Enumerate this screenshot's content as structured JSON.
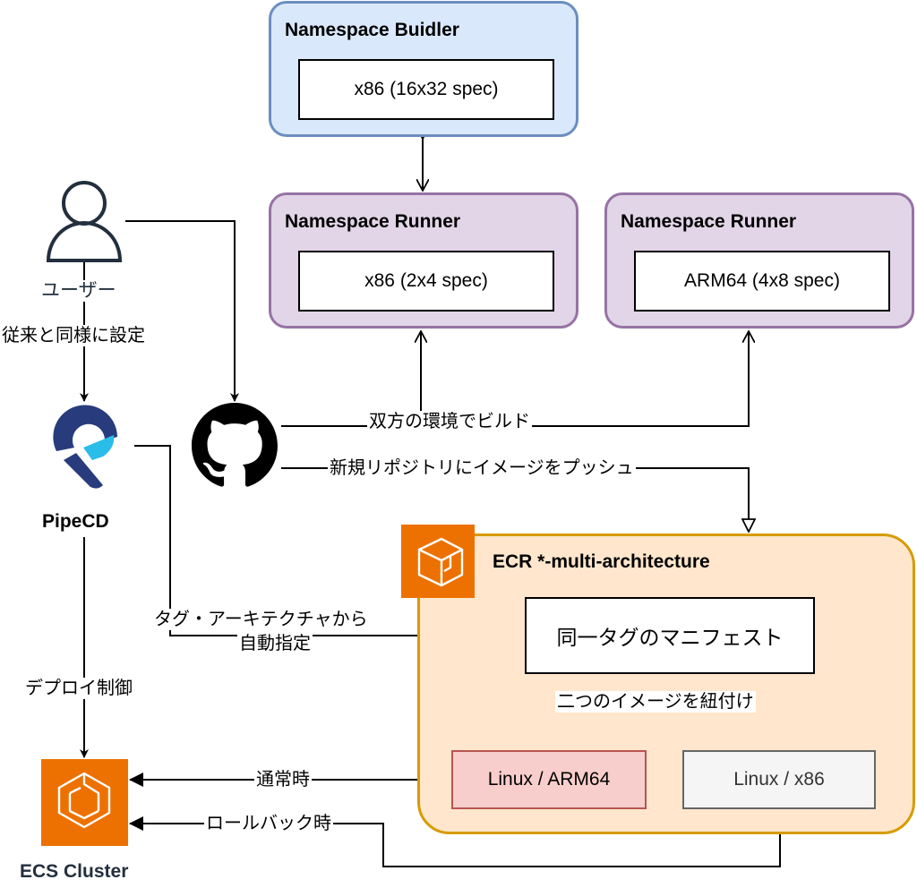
{
  "builder": {
    "title": "Namespace Buidler",
    "spec": "x86 (16x32 spec)",
    "fill": "#dae8fc",
    "stroke": "#6c8ebf"
  },
  "runners": [
    {
      "title": "Namespace Runner",
      "spec": "x86 (2x4 spec)"
    },
    {
      "title": "Namespace Runner",
      "spec": "ARM64 (4x8 spec)"
    }
  ],
  "runner_colors": {
    "fill": "#e1d5e7",
    "stroke": "#9673a6"
  },
  "user": {
    "label": "ユーザー",
    "color": "#232f3e"
  },
  "pipecd": {
    "label": "PipeCD",
    "colors": {
      "dark": "#283b7c",
      "light": "#2bbde9"
    }
  },
  "github": {
    "icon": "github-icon"
  },
  "ecr": {
    "title": "ECR *-multi-architecture",
    "manifest": "同一タグのマニフェスト",
    "fill": "#ffe6cc",
    "stroke": "#d79b00",
    "icon_color": "#ed7100"
  },
  "images": [
    {
      "label": "Linux / ARM64",
      "fill": "#f8cecc",
      "stroke": "#b85450"
    },
    {
      "label": "Linux / x86",
      "fill": "#f5f5f5",
      "stroke": "#666666"
    }
  ],
  "ecs": {
    "label": "ECS Cluster",
    "icon_color": "#ed7100"
  },
  "edges": {
    "user_to_pipecd": "従来と同様に設定",
    "github_build": "双方の環境でビルド",
    "github_push": "新規リポジトリにイメージをプッシュ",
    "pipecd_auto_line1": "タグ・アーキテクチャから",
    "pipecd_auto_line2": "自動指定",
    "manifest_link": "二つのイメージを紐付け",
    "deploy_control": "デプロイ制御",
    "normal": "通常時",
    "rollback": "ロールバック時"
  }
}
